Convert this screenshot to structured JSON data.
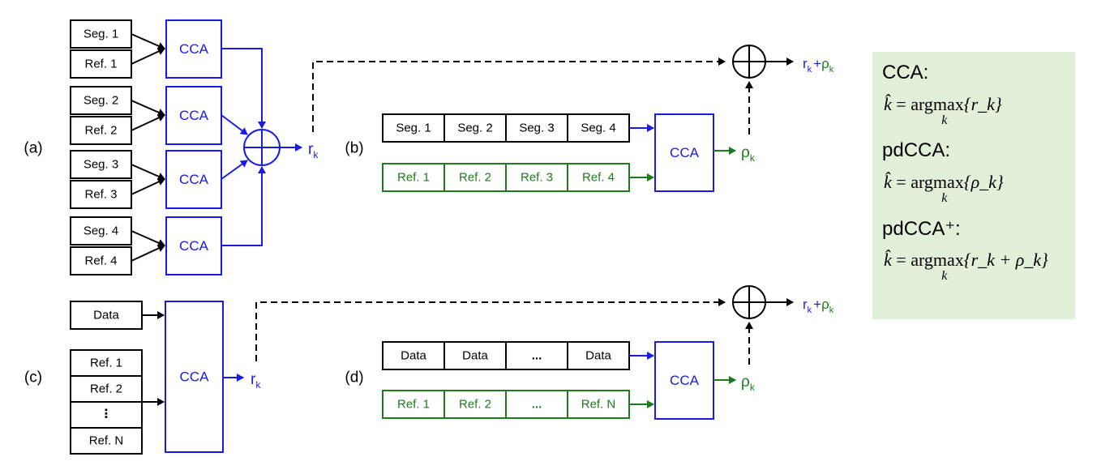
{
  "panels": {
    "a": "(a)",
    "b": "(b)",
    "c": "(c)",
    "d": "(d)"
  },
  "cca_label": "CCA",
  "outputs": {
    "r_k": "r",
    "k": "k",
    "rho_k": "ρ",
    "sum_r": "r",
    "plus": "+",
    "sum_rho": "ρ"
  },
  "panel_a": {
    "pairs": [
      {
        "seg": "Seg. 1",
        "ref": "Ref. 1"
      },
      {
        "seg": "Seg. 2",
        "ref": "Ref. 2"
      },
      {
        "seg": "Seg. 3",
        "ref": "Ref. 3"
      },
      {
        "seg": "Seg. 4",
        "ref": "Ref. 4"
      }
    ]
  },
  "panel_b": {
    "top": [
      "Seg. 1",
      "Seg. 2",
      "Seg. 3",
      "Seg. 4"
    ],
    "bottom": [
      "Ref. 1",
      "Ref. 2",
      "Ref. 3",
      "Ref. 4"
    ]
  },
  "panel_c": {
    "data": "Data",
    "refs": [
      "Ref. 1",
      "Ref. 2",
      "⋮",
      "Ref. N"
    ]
  },
  "panel_d": {
    "top": [
      "Data",
      "Data",
      "...",
      "Data"
    ],
    "bottom": [
      "Ref. 1",
      "Ref. 2",
      "...",
      "Ref. N"
    ]
  },
  "formulas": [
    {
      "name": "CCA:",
      "khat": "k̂",
      "eq": " = ",
      "arg": "argmax",
      "sub": "k",
      "expr": "{r_k}"
    },
    {
      "name": "pdCCA:",
      "khat": "k̂",
      "eq": " = ",
      "arg": "argmax",
      "sub": "k",
      "expr": "{ρ_k}"
    },
    {
      "name": "pdCCA⁺:",
      "khat": "k̂",
      "eq": " = ",
      "arg": "argmax",
      "sub": "k",
      "expr": "{r_k + ρ_k}"
    }
  ],
  "colors": {
    "blue": "#1a1ae6",
    "green": "#1e7a1e",
    "box_bg": "#e2efd9"
  }
}
